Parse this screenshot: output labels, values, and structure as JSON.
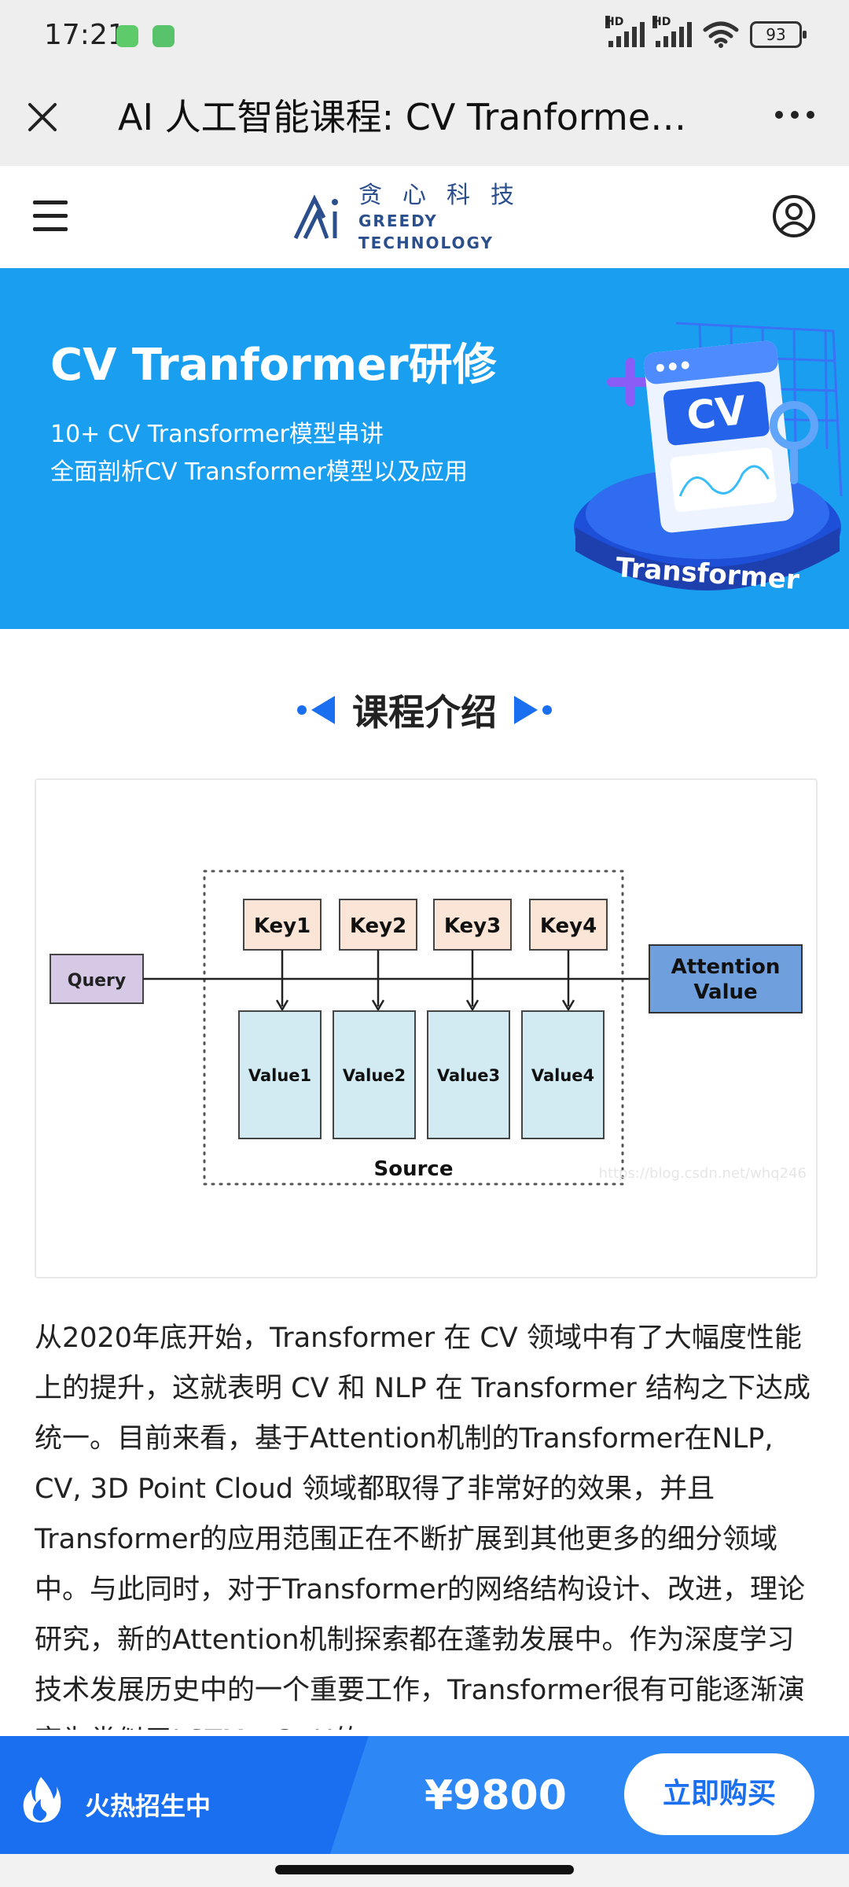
{
  "status_bar": {
    "time": "17:21",
    "hd_label": "HD",
    "battery": "93"
  },
  "nav": {
    "title": "AI 人工智能课程: CV Tranformer研修",
    "close_icon": "close-icon",
    "more_icon": "more-icon"
  },
  "site_header": {
    "logo_cn": "贪心科技",
    "logo_en": "GREEDY TECHNOLOGY"
  },
  "hero": {
    "title": "CV Tranformer研修",
    "subtitle_lines": [
      "10+ CV Transformer模型串讲",
      "全面剖析CV Transformer模型以及应用"
    ],
    "art_top": "CV",
    "art_ring": "Transformer",
    "bg_color": "#1a9ff0"
  },
  "section": {
    "title": "课程介绍"
  },
  "diagram": {
    "query": "Query",
    "keys": [
      "Key1",
      "Key2",
      "Key3",
      "Key4"
    ],
    "values": [
      "Value1",
      "Value2",
      "Value3",
      "Value4"
    ],
    "source": "Source",
    "attention": [
      "Attention",
      "Value"
    ],
    "watermark": "https://blog.csdn.net/whq246"
  },
  "article": {
    "text": "从2020年底开始，Transformer 在 CV 领域中有了大幅度性能上的提升，这就表明 CV 和 NLP 在 Transformer 结构之下达成统一。目前来看，基于Attention机制的Transformer在NLP, CV, 3D Point Cloud 领域都取得了非常好的效果，并且Transformer的应用范围正在不断扩展到其他更多的细分领域中。与此同时，对于Transformer的网络结构设计、改进，理论研究，新的Attention机制探索都在蓬勃发展中。作为深度学习技术发展历史中的一个重要工作，Transformer很有可能逐渐演变为类似于LSTM、GRU的"
  },
  "bottom_bar": {
    "hot_label": "火热招生中",
    "price": "¥9800",
    "buy_label": "立即购买",
    "accent": "#1a6ff0"
  }
}
